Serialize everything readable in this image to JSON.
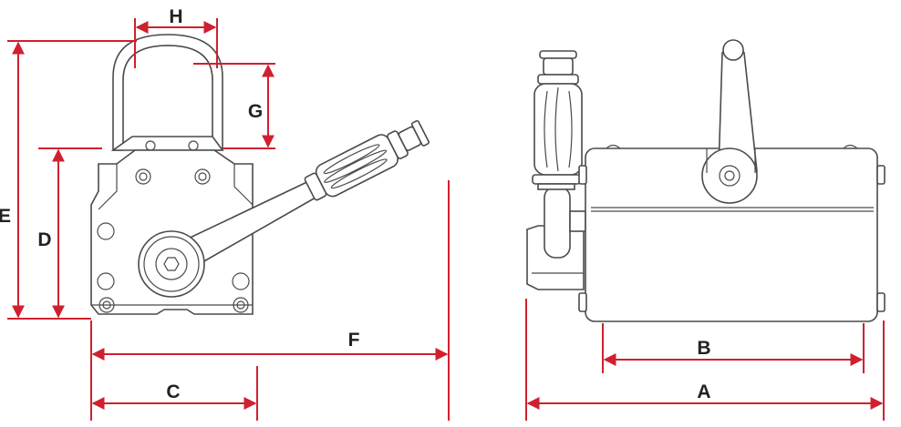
{
  "colors": {
    "dimension": "#d0202f",
    "outline": "#4a4a4a",
    "label": "#222222"
  },
  "labels": {
    "H": "H",
    "G": "G",
    "E": "E",
    "D": "D",
    "F": "F",
    "C": "C",
    "B": "B",
    "A": "A"
  }
}
